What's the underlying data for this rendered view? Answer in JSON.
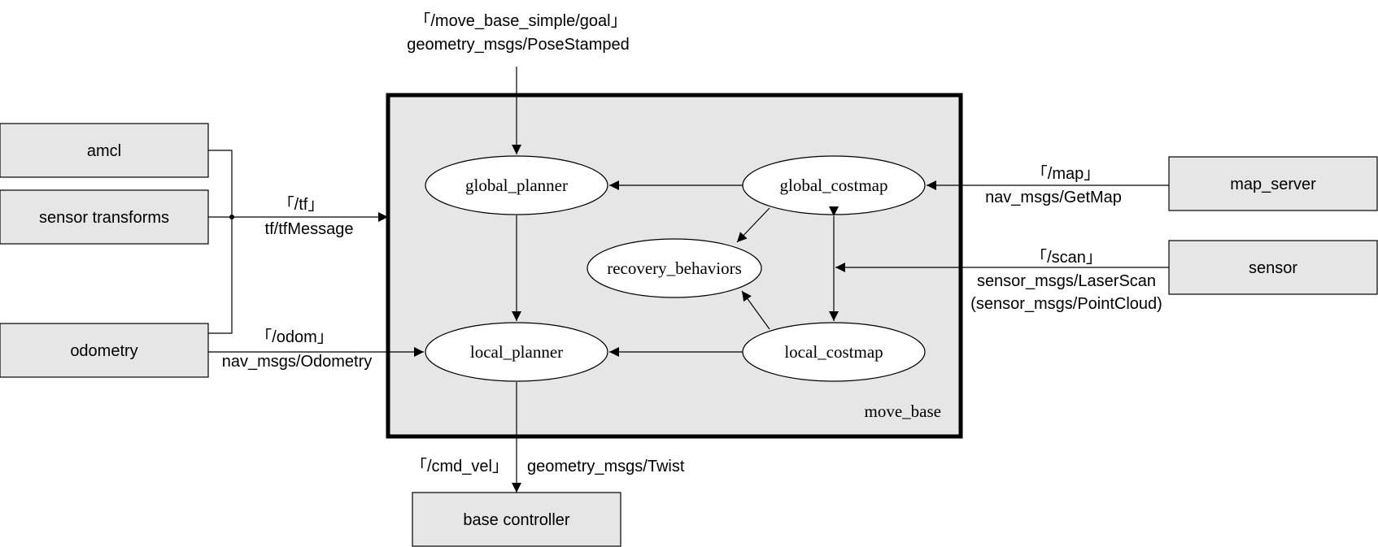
{
  "container": {
    "label": "move_base"
  },
  "external_nodes": {
    "amcl": "amcl",
    "sensor_transforms": "sensor transforms",
    "odometry": "odometry",
    "map_server": "map_server",
    "sensor": "sensor",
    "base_controller": "base controller"
  },
  "internal_nodes": {
    "global_planner": "global_planner",
    "global_costmap": "global_costmap",
    "recovery_behaviors": "recovery_behaviors",
    "local_planner": "local_planner",
    "local_costmap": "local_costmap"
  },
  "edge_labels": {
    "goal_topic": "「/move_base_simple/goal」",
    "goal_type": "geometry_msgs/PoseStamped",
    "tf_topic": "「/tf」",
    "tf_type": "tf/tfMessage",
    "odom_topic": "「/odom」",
    "odom_type": "nav_msgs/Odometry",
    "map_topic": "「/map」",
    "map_type": "nav_msgs/GetMap",
    "scan_topic": "「/scan」",
    "scan_type": "sensor_msgs/LaserScan",
    "scan_type_alt": "(sensor_msgs/PointCloud)",
    "cmd_topic": "「/cmd_vel」",
    "cmd_type": "geometry_msgs/Twist"
  },
  "colors": {
    "box_fill": "#e6e6e6",
    "container_fill": "#e6e6e6",
    "ellipse_fill": "#ffffff",
    "stroke": "#000000"
  }
}
